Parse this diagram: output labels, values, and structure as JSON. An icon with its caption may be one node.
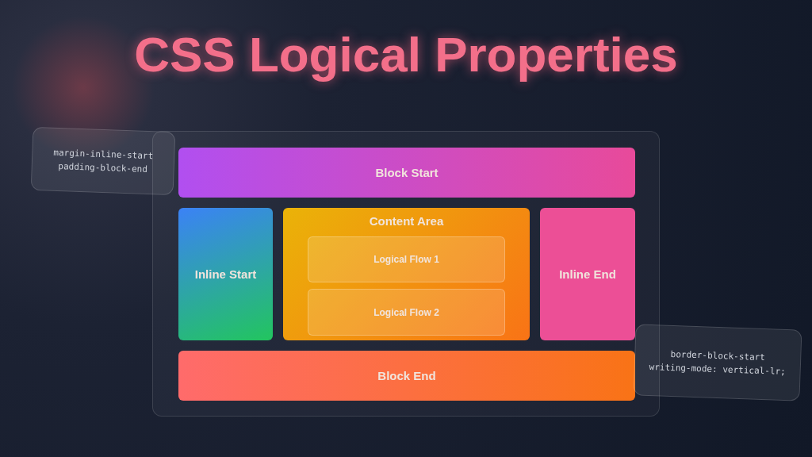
{
  "diagram": {
    "title": "CSS Logical Properties",
    "nodes": [
      {
        "text": [],
        "shape": "box"
      },
      {
        "text": [
          "Block Start"
        ],
        "in": 0
      },
      {
        "text": [
          "Inline Start"
        ],
        "in": 0
      },
      {
        "text": [
          "Content Area"
        ],
        "in": 0
      },
      {
        "text": [
          "Logical Flow 1"
        ],
        "in": 3
      },
      {
        "text": [
          "Logical Flow 2"
        ],
        "in": 3
      },
      {
        "text": [
          "Inline End"
        ],
        "in": 0
      },
      {
        "text": [
          "Block End"
        ],
        "in": 0
      },
      {
        "text": [
          "margin-inline-start",
          "padding-block-end"
        ]
      },
      {
        "text": [
          "border-block-start",
          "writing-mode: vertical-lr;"
        ]
      }
    ],
    "edges": []
  }
}
